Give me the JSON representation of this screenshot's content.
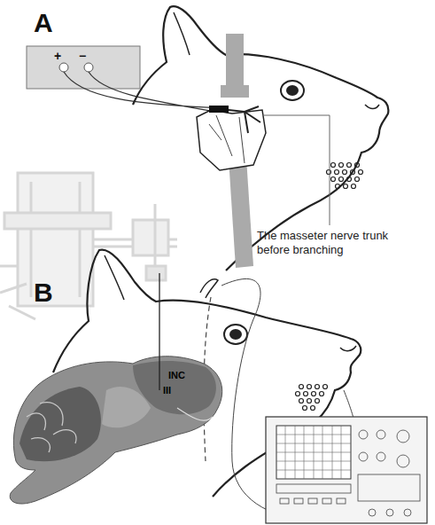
{
  "diagram": {
    "labels": [
      "A",
      "+",
      "−",
      "The masseter nerve trunk before branching",
      "B",
      "INC",
      "III"
    ]
  }
}
